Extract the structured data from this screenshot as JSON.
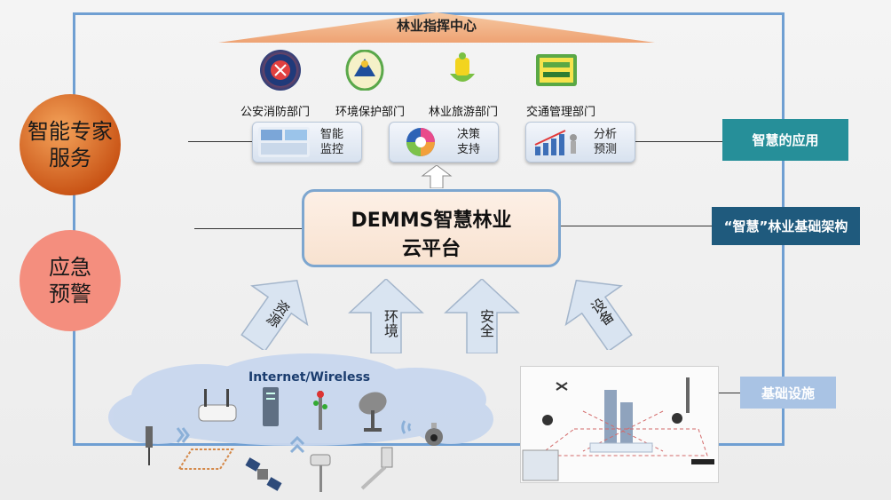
{
  "top": {
    "title": "林业指挥中心"
  },
  "departments": [
    {
      "label": "公安消防部门",
      "icon": "police-badge-icon"
    },
    {
      "label": "环境保护部门",
      "icon": "environment-emblem-icon"
    },
    {
      "label": "林业旅游部门",
      "icon": "tourism-logo-icon"
    },
    {
      "label": "交通管理部门",
      "icon": "traffic-logo-icon"
    }
  ],
  "apps": [
    {
      "label": "智能\n监控"
    },
    {
      "label": "决策\n支持"
    },
    {
      "label": "分析\n预测"
    }
  ],
  "platform": {
    "line1": "DEMMS智慧林业",
    "line2": "云平台"
  },
  "left_circles": {
    "expert": "智能专家\n服务",
    "warning": "应急\n预警"
  },
  "right_labels": {
    "apps": "智慧的应用",
    "infra_arch": "“智慧”林业基础架构",
    "facilities": "基础设施"
  },
  "arrows": [
    "资源",
    "环境",
    "安全",
    "设备"
  ],
  "cloud": {
    "title": "Internet/Wireless"
  },
  "colors": {
    "frame": "#6f9fd2",
    "teal": "#268f99",
    "navy": "#1f5a7d",
    "light_blue": "#a9c3e4",
    "orange": "#c85214",
    "salmon": "#f48e7e"
  }
}
